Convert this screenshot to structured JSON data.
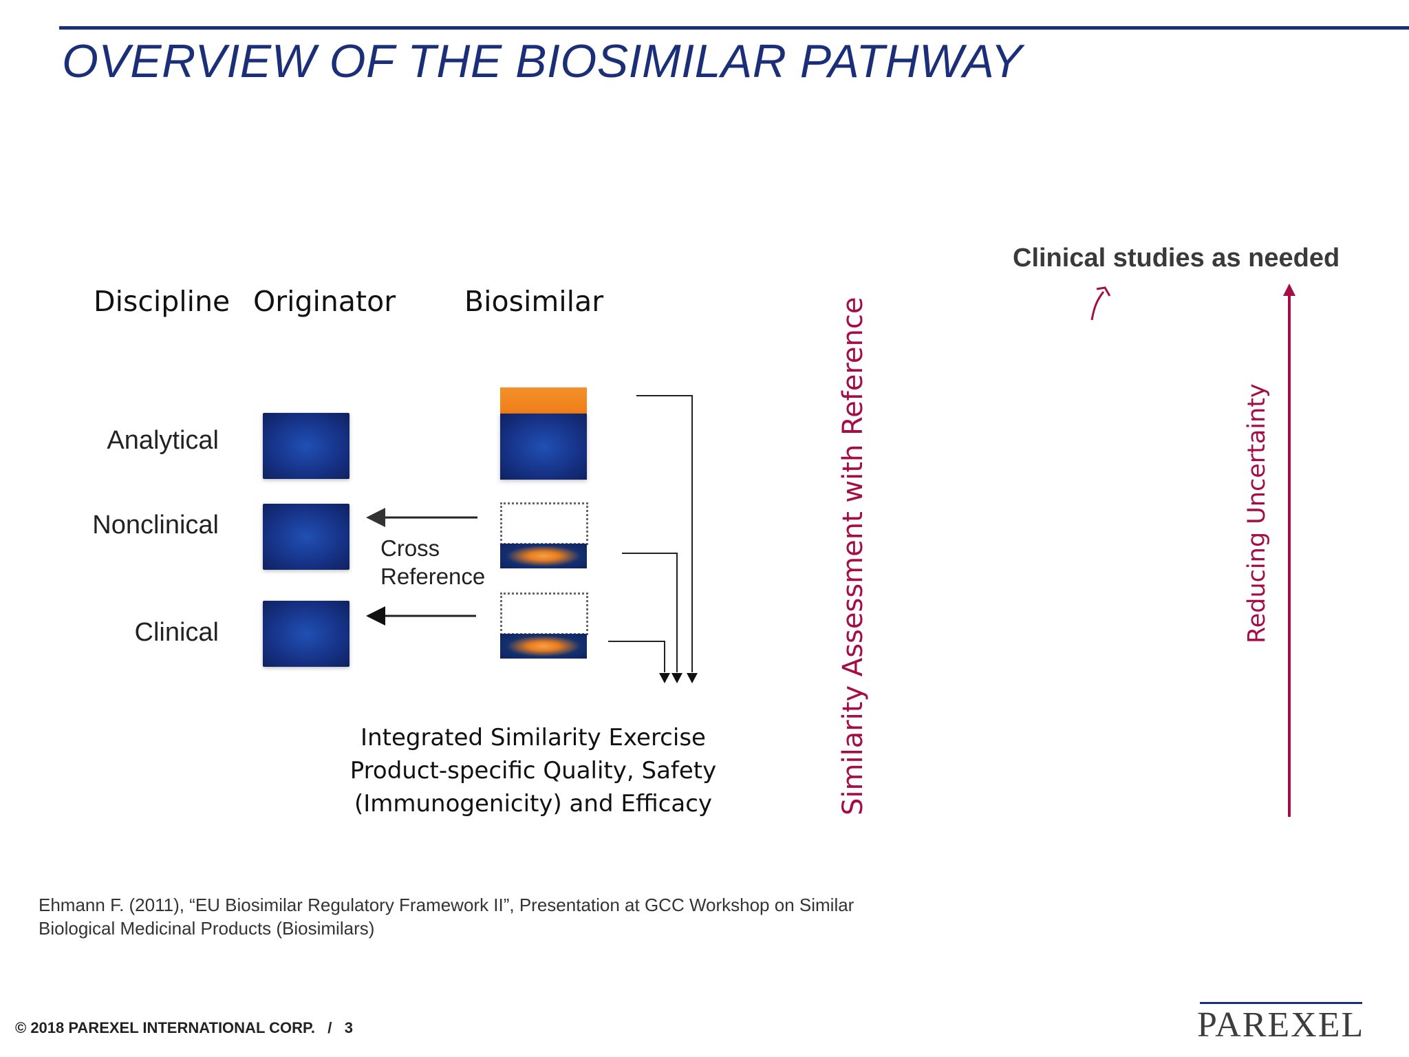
{
  "title": "OVERVIEW OF THE BIOSIMILAR PATHWAY",
  "headers": {
    "discipline": "Discipline",
    "originator": "Originator",
    "biosimilar": "Biosimilar"
  },
  "rows": [
    {
      "label": "Analytical"
    },
    {
      "label": "Nonclinical"
    },
    {
      "label": "Clinical"
    }
  ],
  "cross_reference": {
    "line1": "Cross",
    "line2": "Reference"
  },
  "integrated": {
    "line1": "Integrated Similarity Exercise",
    "line2": "Product-specific Quality, Safety",
    "line3": "(Immunogenicity) and Efficacy"
  },
  "vertical_labels": {
    "similarity": "Similarity Assessment with Reference",
    "uncertainty": "Reducing Uncertainty"
  },
  "clinical_studies": "Clinical studies as needed",
  "citation": {
    "line1": "Ehmann F. (2011), “EU Biosimilar Regulatory Framework II”, Presentation at GCC Workshop on Similar",
    "line2": "Biological Medicinal Products (Biosimilars)"
  },
  "footer": "© 2018 PAREXEL INTERNATIONAL CORP.   /   3",
  "logo": "PAREXEL",
  "colors": {
    "navy": "#1b2f78",
    "block_blue": "#17348a",
    "orange": "#f07d18",
    "crimson": "#a50d45"
  }
}
